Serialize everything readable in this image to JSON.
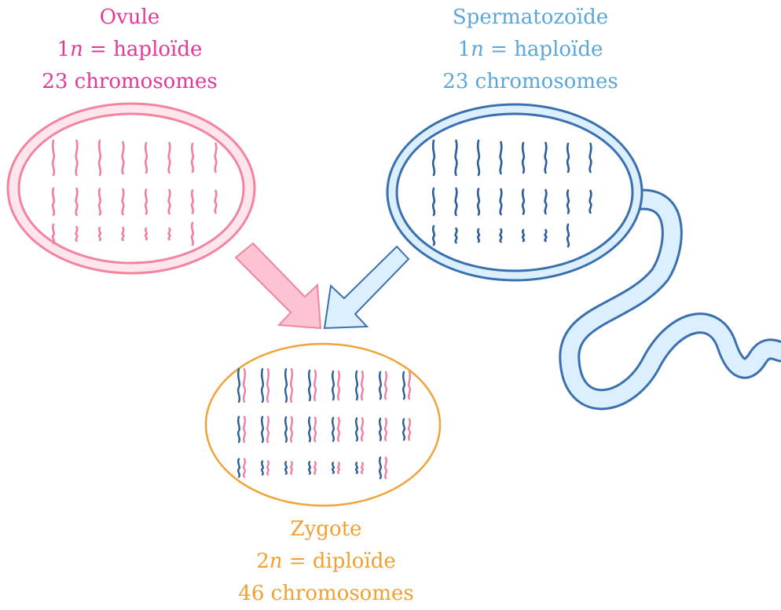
{
  "colors": {
    "ovule": "#e0399a",
    "ovule_stroke": "#f2849f",
    "ovule_fill": "#ffe6ec",
    "ovule_chromosome": "#ef7fa6",
    "sperm": "#5aa6d9",
    "sperm_stroke": "#3a70b0",
    "sperm_fill": "#dcefff",
    "sperm_chromosome": "#2f5f9a",
    "zygote": "#f0a030",
    "zygote_stroke": "#efa33b"
  },
  "ovule": {
    "name": "Ovule",
    "ploidy_prefix": "1",
    "ploidy_var": "n",
    "ploidy_suffix": " = haploïde",
    "chromosomes": "23 chromosomes"
  },
  "spermatozoide": {
    "name": "Spermatozoïde",
    "ploidy_prefix": "1",
    "ploidy_var": "n",
    "ploidy_suffix": " = haploïde",
    "chromosomes": "23 chromosomes"
  },
  "zygote": {
    "name": "Zygote",
    "ploidy_prefix": "2",
    "ploidy_var": "n",
    "ploidy_suffix": " = diploïde",
    "chromosomes": "46 chromosomes"
  },
  "chromosome_rows": [
    8,
    8,
    7
  ],
  "icons": {
    "ovule_arrow": "thick-arrow-icon",
    "sperm_arrow": "thick-arrow-icon"
  }
}
